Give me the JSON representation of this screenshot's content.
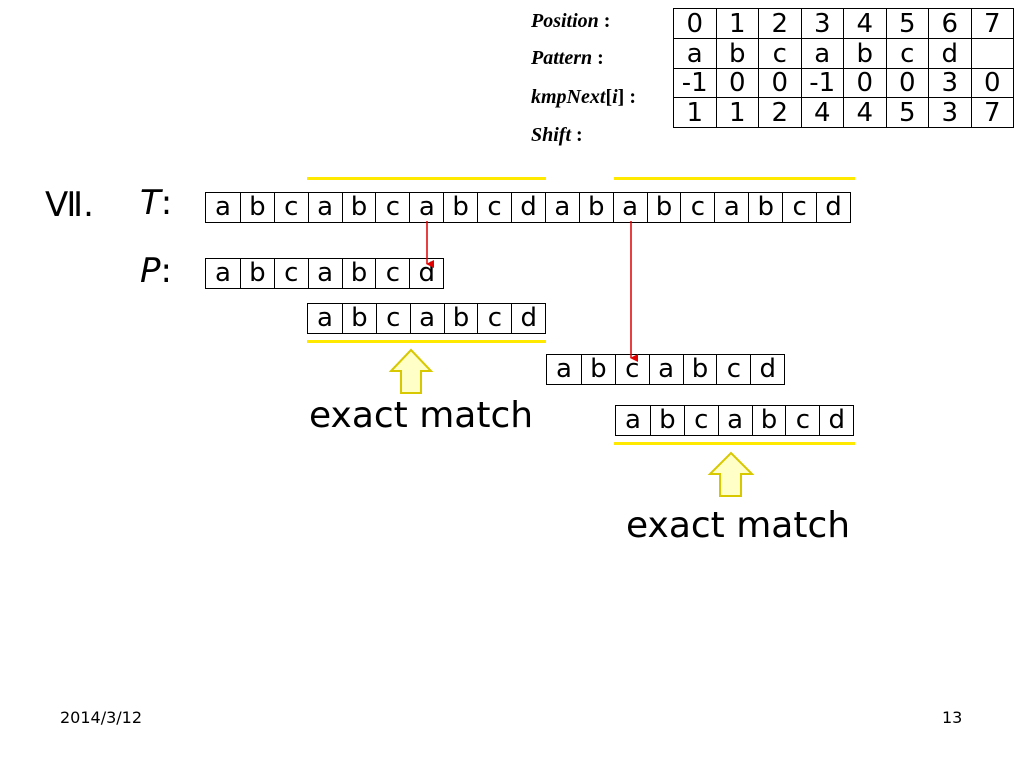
{
  "table": {
    "labels": {
      "position": "Position",
      "pattern": "Pattern",
      "kmpnext_a": "kmpNext",
      "kmpnext_b": "[",
      "kmpnext_i": "i",
      "kmpnext_c": "]",
      "shift": "Shift",
      "colon": ":"
    },
    "rows": [
      [
        "0",
        "1",
        "2",
        "3",
        "4",
        "5",
        "6",
        "7"
      ],
      [
        "a",
        "b",
        "c",
        "a",
        "b",
        "c",
        "d",
        ""
      ],
      [
        "-1",
        "0",
        "0",
        "-1",
        "0",
        "0",
        "3",
        "0"
      ],
      [
        "1",
        "1",
        "2",
        "4",
        "4",
        "5",
        "3",
        "7"
      ]
    ]
  },
  "step_label": "Ⅶ.",
  "text_label": "T",
  "pattern_label": "P",
  "colon": ":",
  "text_string": [
    "a",
    "b",
    "c",
    "a",
    "b",
    "c",
    "a",
    "b",
    "c",
    "d",
    "a",
    "b",
    "a",
    "b",
    "c",
    "a",
    "b",
    "c",
    "d"
  ],
  "pattern_rows": [
    [
      "a",
      "b",
      "c",
      "a",
      "b",
      "c",
      "d"
    ],
    [
      "a",
      "b",
      "c",
      "a",
      "b",
      "c",
      "d"
    ],
    [
      "a",
      "b",
      "c",
      "a",
      "b",
      "c",
      "d"
    ],
    [
      "a",
      "b",
      "c",
      "a",
      "b",
      "c",
      "d"
    ]
  ],
  "match_labels": [
    "exact match",
    "exact match"
  ],
  "footer": {
    "date": "2014/3/12",
    "page": "13"
  },
  "colors": {
    "arrow_red": "#e00000",
    "highlight_yellow": "#ffe900",
    "up_arrow_fill": "#ffffc8",
    "up_arrow_stroke": "#d8c800"
  }
}
